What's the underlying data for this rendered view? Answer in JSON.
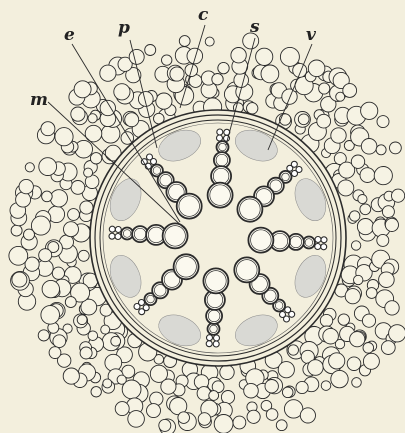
{
  "figure": {
    "labels": [
      {
        "id": "e",
        "text": "e"
      },
      {
        "id": "p",
        "text": "p"
      },
      {
        "id": "c",
        "text": "c"
      },
      {
        "id": "s",
        "text": "s"
      },
      {
        "id": "v",
        "text": "v"
      },
      {
        "id": "m",
        "text": "m"
      }
    ]
  },
  "colors": {
    "background": "#f3efdd",
    "ink": "#2b2b2b",
    "phloem_shade": "#d9d9d4",
    "cell_fill": "#f6f3e4"
  }
}
